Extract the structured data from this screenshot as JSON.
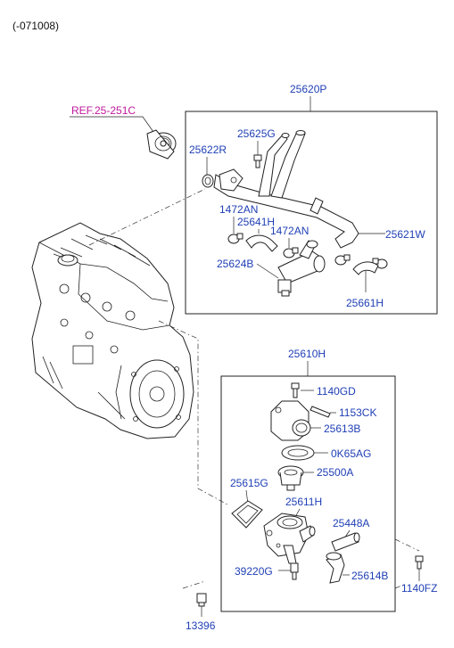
{
  "header": {
    "code": "(-071008)"
  },
  "reference": {
    "text": "REF.25-251C"
  },
  "colors": {
    "label_blue": "#1f3fb5",
    "ref_magenta": "#c0189c",
    "line": "#222222"
  },
  "groups": {
    "upper": {
      "title": "25620P"
    },
    "lower": {
      "title": "25610H"
    }
  },
  "labels": {
    "p25625G": "25625G",
    "p25622R": "25622R",
    "p1472AN_a": "1472AN",
    "p25641H": "25641H",
    "p1472AN_b": "1472AN",
    "p25621W": "25621W",
    "p25624B": "25624B",
    "p25661H": "25661H",
    "p1140GD": "1140GD",
    "p1153CK": "1153CK",
    "p25613B": "25613B",
    "p0K65AG": "0K65AG",
    "p25500A": "25500A",
    "p25615G": "25615G",
    "p25611H": "25611H",
    "p25448A": "25448A",
    "p39220G": "39220G",
    "p25614B": "25614B",
    "p1140FZ": "1140FZ",
    "p13396": "13396"
  }
}
